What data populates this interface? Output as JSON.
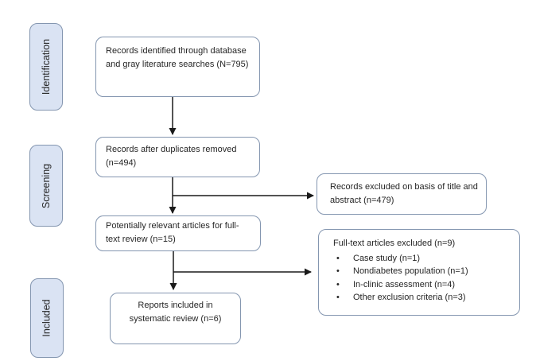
{
  "stages": [
    {
      "label": "Identification"
    },
    {
      "label": "Screening"
    },
    {
      "label": "Included"
    }
  ],
  "flow": {
    "identified": {
      "text": "Records identified through database and gray literature searches (N=795)"
    },
    "deduplicated": {
      "text": "Records after duplicates removed (n=494)"
    },
    "fulltext": {
      "text": "Potentially relevant articles for full-text review (n=15)"
    },
    "included": {
      "text": "Reports included in systematic review (n=6)"
    }
  },
  "exclusions": {
    "title_abstract": {
      "text": "Records excluded on basis of title and abstract (n=479)"
    },
    "fulltext": {
      "title": "Full-text articles excluded (n=9)",
      "bullet": "•",
      "items": [
        "Case study (n=1)",
        "Nondiabetes population (n=1)",
        "In-clinic assessment (n=4)",
        "Other exclusion criteria (n=3)"
      ]
    }
  },
  "colors": {
    "stage_fill": "#dae3f3",
    "box_border": "#8496b0",
    "arrow": "#1a1a1a",
    "text": "#262626",
    "background": "#ffffff"
  }
}
